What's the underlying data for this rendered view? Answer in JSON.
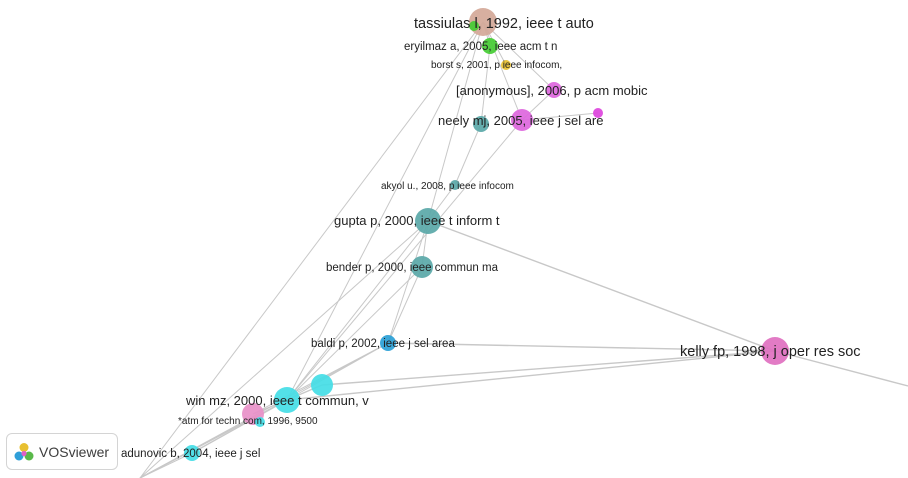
{
  "nodes": [
    {
      "id": "tassiulas",
      "label": "tassiulas l, 1992, ieee t auto",
      "color": "#d4a898",
      "size": "xl",
      "label_size": "l"
    },
    {
      "id": "eryilmaz",
      "label": "eryilmaz a, 2005, ieee acm t n",
      "color": "#44cc33",
      "size": "s",
      "label_size": "s"
    },
    {
      "id": "green-small",
      "label": "",
      "color": "#44cc33",
      "size": "xs",
      "label_size": "s"
    },
    {
      "id": "borst",
      "label": "borst s, 2001, p ieee infocom,",
      "color": "#e8c030",
      "size": "xs",
      "label_size": "xs"
    },
    {
      "id": "anonymous",
      "label": "[anonymous], 2006, p acm mobic",
      "color": "#dd66dd",
      "size": "s",
      "label_size": "m"
    },
    {
      "id": "neely",
      "label": "neely mj, 2005, ieee j sel are",
      "color": "#dd66dd",
      "size": "m",
      "label_size": "m"
    },
    {
      "id": "magenta-small",
      "label": "",
      "color": "#dd44dd",
      "size": "xs",
      "label_size": "s"
    },
    {
      "id": "teal-neely",
      "label": "",
      "color": "#5aa8a8",
      "size": "s",
      "label_size": "s"
    },
    {
      "id": "akyol",
      "label": "akyol u., 2008, p ieee infocom",
      "color": "#5aa8a8",
      "size": "xs",
      "label_size": "xs"
    },
    {
      "id": "gupta",
      "label": "gupta p, 2000, ieee t inform t",
      "color": "#5aa8a8",
      "size": "l",
      "label_size": "m"
    },
    {
      "id": "bender",
      "label": "bender p, 2000, ieee commun ma",
      "color": "#5aa8a8",
      "size": "m",
      "label_size": "s"
    },
    {
      "id": "baldi",
      "label": "baldi p, 2002, ieee j sel area",
      "color": "#2a9fd6",
      "size": "s",
      "label_size": "s"
    },
    {
      "id": "kelly",
      "label": "kelly fp, 1998, j oper res soc",
      "color": "#e070c0",
      "size": "xl",
      "label_size": "l"
    },
    {
      "id": "cyan-mid",
      "label": "",
      "color": "#44dde6",
      "size": "m",
      "label_size": "s"
    },
    {
      "id": "win",
      "label": "win mz, 2000, ieee t commun, v",
      "color": "#44dde6",
      "size": "l",
      "label_size": "m"
    },
    {
      "id": "atm",
      "label": "*atm for techn com, 1996, 9500",
      "color": "#e890c8",
      "size": "m",
      "label_size": "xs"
    },
    {
      "id": "cyan-atm",
      "label": "",
      "color": "#44dde6",
      "size": "xs",
      "label_size": "xs"
    },
    {
      "id": "radunovic",
      "label": "adunovic b, 2004, ieee j sel",
      "color": "#44dde6",
      "size": "s",
      "label_size": "s"
    }
  ],
  "edges": [
    [
      "tassiulas",
      "gupta"
    ],
    [
      "tassiulas",
      "neely"
    ],
    [
      "tassiulas",
      "eryilmaz"
    ],
    [
      "tassiulas",
      "borst"
    ],
    [
      "tassiulas",
      "anonymous"
    ],
    [
      "eryilmaz",
      "teal-neely"
    ],
    [
      "neely",
      "anonymous"
    ],
    [
      "neely",
      "magenta-small"
    ],
    [
      "teal-neely",
      "akyol"
    ],
    [
      "akyol",
      "gupta"
    ],
    [
      "gupta",
      "bender"
    ],
    [
      "gupta",
      "baldi"
    ],
    [
      "gupta",
      "win"
    ],
    [
      "gupta",
      "kelly"
    ],
    [
      "bender",
      "baldi"
    ],
    [
      "bender",
      "win"
    ],
    [
      "baldi",
      "kelly"
    ],
    [
      "baldi",
      "win"
    ],
    [
      "baldi",
      "atm"
    ],
    [
      "kelly",
      "win"
    ],
    [
      "kelly",
      "cyan-mid"
    ],
    [
      "kelly",
      "offscreen-right"
    ],
    [
      "win",
      "cyan-mid"
    ],
    [
      "win",
      "atm"
    ],
    [
      "win",
      "radunovic"
    ],
    [
      "win",
      "offscreen-bottom"
    ],
    [
      "radunovic",
      "offscreen-bottom"
    ],
    [
      "neely",
      "win"
    ],
    [
      "tassiulas",
      "win"
    ],
    [
      "tassiulas",
      "offscreen-bottom"
    ],
    [
      "gupta",
      "offscreen-bottom"
    ],
    [
      "baldi",
      "offscreen-bottom"
    ]
  ],
  "branding": {
    "label": "VOSviewer"
  }
}
